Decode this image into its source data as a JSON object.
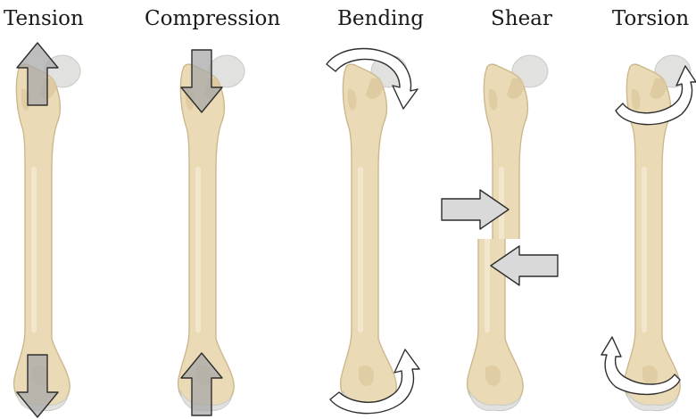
{
  "labels": {
    "tension": "Tension",
    "compression": "Compression",
    "bending": "Bending",
    "shear": "Shear",
    "torsion": "Torsion"
  },
  "colors": {
    "bone_fill": "#e9d9b2",
    "bone_outline": "#cdb88e",
    "bone_shade": "#d8c49a",
    "cartilage": "#dfe0df",
    "arrow_fill": "#a9a9a9",
    "arrow_light": "#d9d9d9",
    "arrow_stroke": "#2e2e2e",
    "curved_arrow_fill": "#ffffff"
  }
}
